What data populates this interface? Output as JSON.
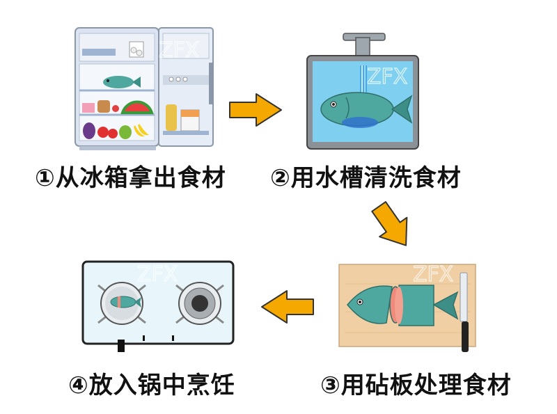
{
  "steps": [
    {
      "label": "①从冰箱拿出食材",
      "illustration": "fridge-illustration"
    },
    {
      "label": "②用水槽清洗食材",
      "illustration": "sink-illustration"
    },
    {
      "label": "③用砧板处理食材",
      "illustration": "cutting-board-illustration"
    },
    {
      "label": "④放入锅中烹饪",
      "illustration": "stove-illustration"
    }
  ],
  "watermark": "ZFX",
  "colors": {
    "arrow": "#f5a800",
    "arrow_outline": "#333333",
    "sink_water": "#7fd0f0",
    "fish_body": "#4ea8a0",
    "fridge_body": "#dbe4f0",
    "board": "#f0cfa4",
    "stove": "#e8f6fb"
  }
}
